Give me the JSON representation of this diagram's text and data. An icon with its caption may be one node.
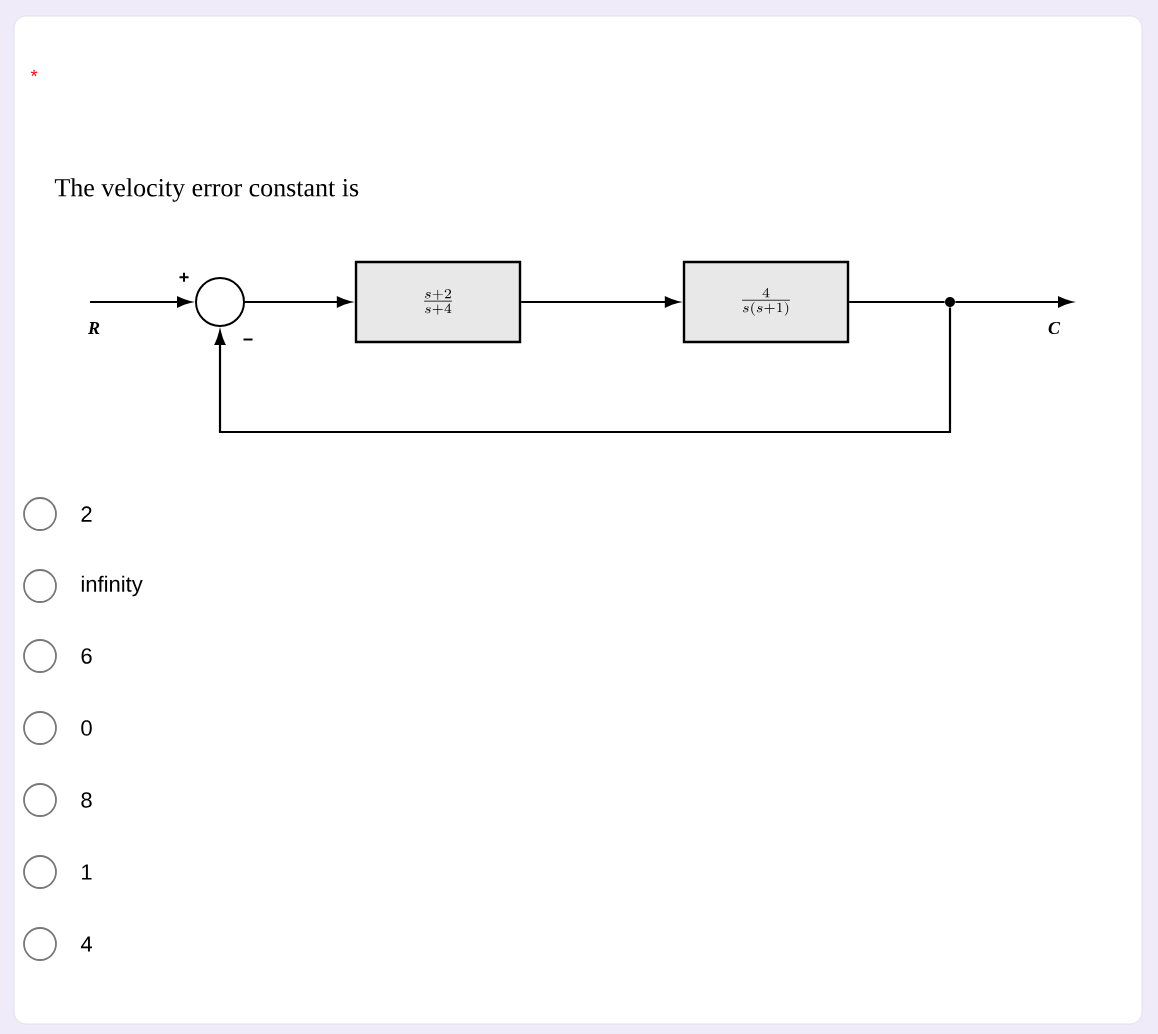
{
  "diagram": {
    "title": "The velocity error constant is",
    "nodes": [
      {
        "text": [],
        "shape": "circle"
      },
      {
        "text": [
          "\\frac{s+2}{s+4}"
        ]
      },
      {
        "text": [
          "\\frac{4}{s(s+1)}"
        ]
      },
      {
        "text": [],
        "shape": "circle"
      },
      {
        "text": [
          "R"
        ]
      },
      {
        "text": [
          "C"
        ]
      }
    ],
    "edges": [
      {
        "from": 4,
        "to": 0,
        "arrow": "to"
      },
      {
        "from": 0,
        "to": 1,
        "arrow": "to"
      },
      {
        "from": 1,
        "to": 2,
        "arrow": "to"
      },
      {
        "from": 2,
        "to": 3,
        "arrow": "none"
      },
      {
        "from": 3,
        "to": 5,
        "arrow": "to"
      },
      {
        "from": 3,
        "to": 0,
        "arrow": "to"
      }
    ],
    "labels": [
      "*",
      "+",
      "−",
      "2",
      "infinity",
      "6",
      "0",
      "8",
      "1",
      "4"
    ]
  }
}
